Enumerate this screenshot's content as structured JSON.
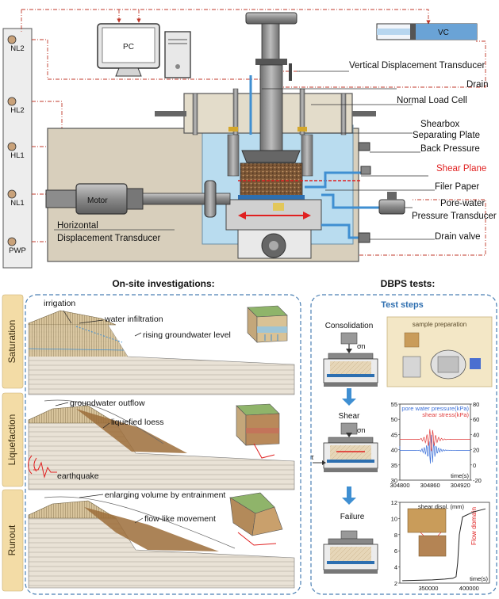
{
  "top": {
    "pc_label": "PC",
    "vc_label": "VC",
    "motor_label": "Motor",
    "side_labels": [
      "NL2",
      "HL2",
      "HL1",
      "NL1",
      "PWP"
    ],
    "callouts": [
      "Vertical Displacement Transducer",
      "Drain",
      "Normal Load Cell",
      "Shearbox",
      "Separating Plate",
      "Back Pressure",
      "Shear Plane",
      "Filer Paper",
      "Pore-water",
      "Pressure Transducer",
      "Drain valve"
    ],
    "horizontal_transducer": [
      "Horizontal",
      "Displacement Transducer"
    ]
  },
  "bottom": {
    "left_title": "On-site investigations:",
    "right_title": "DBPS tests:",
    "stages": [
      "Saturation",
      "Liquefaction",
      "Runout"
    ],
    "saturation_notes": [
      "irrigation",
      "water infiltration",
      "rising groundwater level"
    ],
    "liquefaction_notes": [
      "groundwater outflow",
      "liquefied loess",
      "earthquake"
    ],
    "runout_notes": [
      "enlarging volume by entrainment",
      "flow-like movement"
    ],
    "test_steps_title": "Test steps",
    "steps": [
      "Consolidation",
      "Shear",
      "Failure"
    ],
    "sigma_n": "σn",
    "tau": "τ",
    "sample_prep": "sample preparation",
    "colors": {
      "stage_tab": "#f3dca6",
      "dash_border": "#4a7fb3",
      "arrow": "#3f8fd2",
      "shear_red": "#e02020"
    }
  },
  "chart_data": [
    {
      "type": "line",
      "legend": [
        "pore water pressure(kPa)",
        "shear stress(kPa)"
      ],
      "x_ticks": [
        "304800",
        "304860",
        "304920"
      ],
      "xlabel": "time(s)",
      "y_left_ticks": [
        "30",
        "35",
        "40",
        "45",
        "50",
        "55"
      ],
      "y_right_ticks": [
        "-20",
        "0",
        "20",
        "40",
        "60",
        "80"
      ],
      "ylim_left": [
        30,
        55
      ],
      "ylim_right": [
        -20,
        80
      ],
      "xlim": [
        304800,
        304940
      ],
      "series": [
        {
          "name": "pore water pressure(kPa)",
          "color": "#3a6fd8"
        },
        {
          "name": "shear stress(kPa)",
          "color": "#e03c3c"
        }
      ]
    },
    {
      "type": "line",
      "ylabel": "shear displ. (mm)",
      "x_ticks": [
        "350000",
        "400000"
      ],
      "xlabel": "time(s)",
      "y_ticks": [
        "2",
        "4",
        "6",
        "8",
        "10",
        "12"
      ],
      "ylim": [
        2,
        12
      ],
      "xlim": [
        315000,
        425000
      ],
      "annotation": "Flow domain",
      "series": [
        {
          "color": "#222222",
          "x": [
            318000,
            355000,
            370000,
            380000,
            384000,
            386000,
            388000,
            392000,
            405000,
            420000
          ],
          "y": [
            2.3,
            2.4,
            2.5,
            2.6,
            2.8,
            4.5,
            8.0,
            10.2,
            10.8,
            11.2
          ]
        }
      ]
    }
  ]
}
